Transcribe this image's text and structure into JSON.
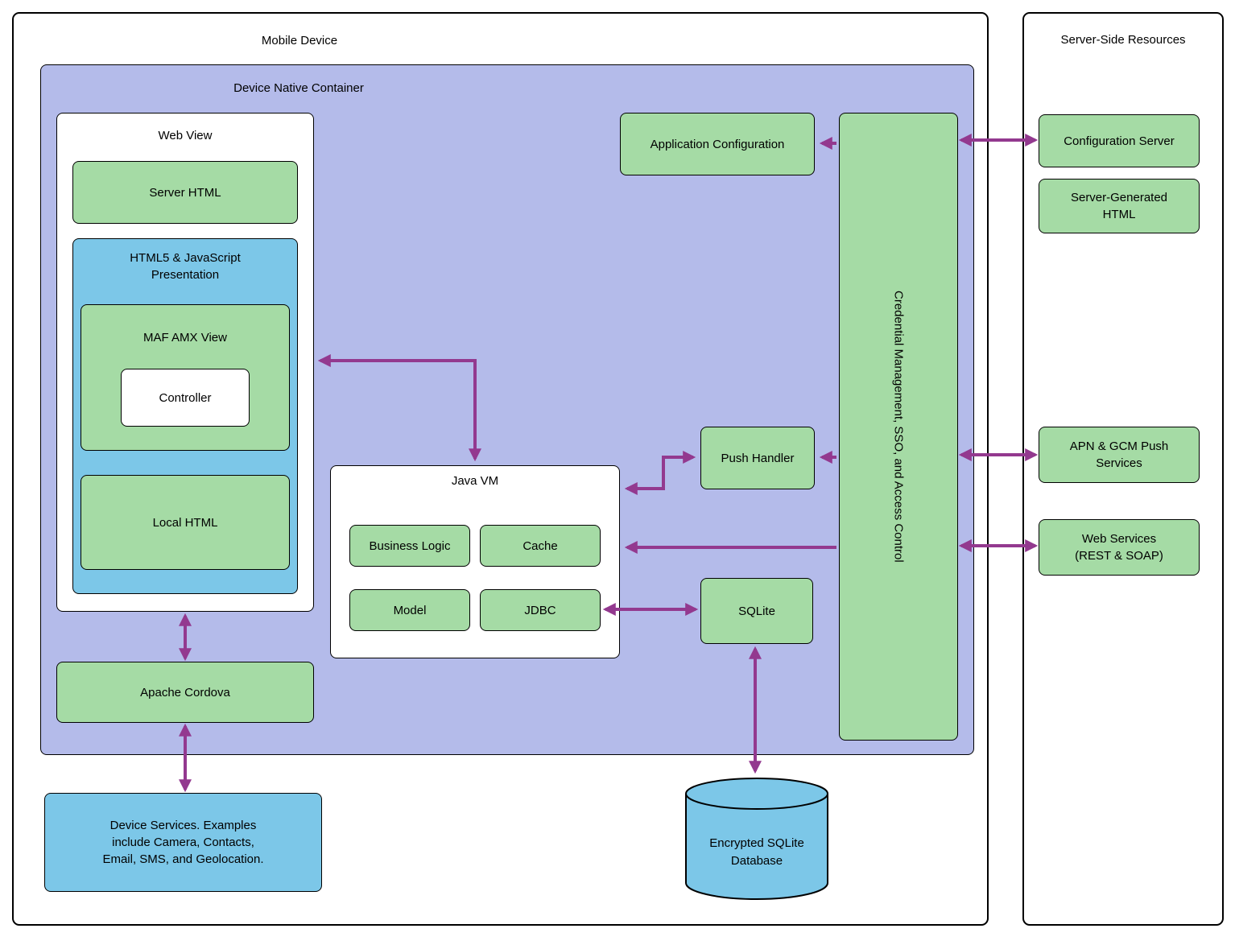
{
  "colors": {
    "green": "#a5dba5",
    "blue": "#7cc7e8",
    "lavender": "#b4bbea",
    "arrow": "#93398f",
    "border": "#000000"
  },
  "containers": {
    "mobile_device": "Mobile Device",
    "device_native_container": "Device Native Container",
    "web_view": "Web View",
    "html5_presentation": "HTML5 & JavaScript Presentation",
    "maf_amx_view": "MAF AMX View",
    "java_vm": "Java VM",
    "server_side_resources": "Server-Side Resources"
  },
  "nodes": {
    "server_html": "Server HTML",
    "controller": "Controller",
    "local_html": "Local HTML",
    "apache_cordova": "Apache Cordova",
    "business_logic": "Business Logic",
    "cache": "Cache",
    "model": "Model",
    "jdbc": "JDBC",
    "application_configuration": "Application Configuration",
    "push_handler": "Push Handler",
    "sqlite": "SQLite",
    "credential_management": "Credential Management, SSO, and Access Control",
    "device_services": "Device Services. Examples include Camera, Contacts, Email, SMS, and Geolocation.",
    "encrypted_sqlite_database": "Encrypted SQLite Database",
    "configuration_server": "Configuration Server",
    "server_generated_html": "Server-Generated HTML",
    "apn_gcm_push_services": "APN & GCM Push Services",
    "web_services": "Web Services (REST & SOAP)"
  }
}
